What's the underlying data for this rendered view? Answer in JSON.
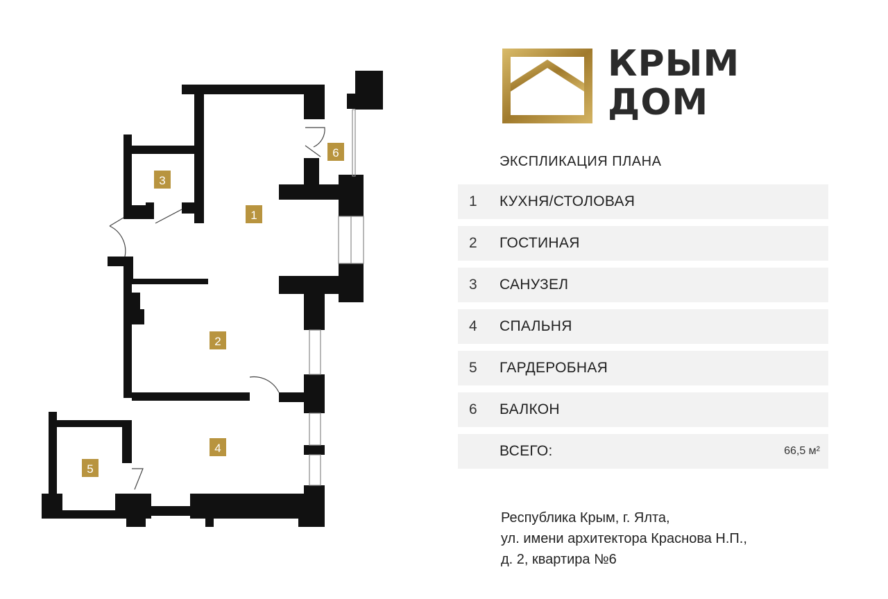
{
  "brand": {
    "name_line1": "КРЫМ",
    "name_line2": "ДОМ",
    "gold": "#b8943f",
    "dark": "#2b2b2b"
  },
  "plan_labels": [
    "1",
    "2",
    "3",
    "4",
    "5",
    "6"
  ],
  "explication": {
    "title": "ЭКСПЛИКАЦИЯ ПЛАНА",
    "rooms": [
      {
        "num": "1",
        "name": "КУХНЯ/СТОЛОВАЯ"
      },
      {
        "num": "2",
        "name": "ГОСТИНАЯ"
      },
      {
        "num": "3",
        "name": "САНУЗЕЛ"
      },
      {
        "num": "4",
        "name": "СПАЛЬНЯ"
      },
      {
        "num": "5",
        "name": "ГАРДЕРОБНАЯ"
      },
      {
        "num": "6",
        "name": "БАЛКОН"
      }
    ],
    "total_label": "ВСЕГО:",
    "total_value": "66,5 м²"
  },
  "address": {
    "line1": "Республика Крым, г. Ялта,",
    "line2": "ул. имени архитектора Краснова Н.П.,",
    "line3": "д. 2, квартира №6"
  }
}
